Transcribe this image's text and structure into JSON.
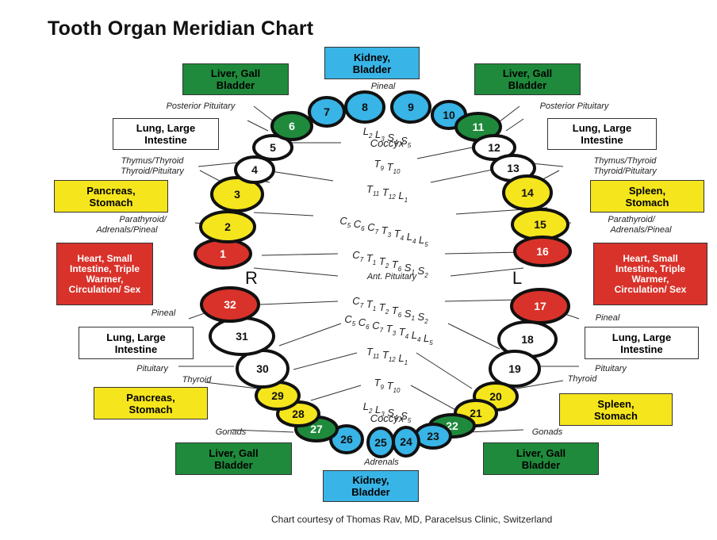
{
  "title": "Tooth Organ Meridian Chart",
  "credit": "Chart courtesy of Thomas Rav, MD, Paracelsus Clinic, Switzerland",
  "side_labels": {
    "right": "R",
    "left": "L"
  },
  "colors": {
    "green": "#1f8a3c",
    "blue": "#38b4e6",
    "white": "#ffffff",
    "yellow": "#f5e51d",
    "red": "#d8322a"
  },
  "organ_boxes": {
    "kidney_top": "Kidney, Bladder",
    "liver_top_left": "Liver, Gall Bladder",
    "liver_top_right": "Liver, Gall Bladder",
    "lung_upper_left": "Lung, Large Intestine",
    "lung_upper_right": "Lung, Large Intestine",
    "pancreas_upper_left": "Pancreas, Stomach",
    "spleen_upper_right": "Spleen, Stomach",
    "heart_left": "Heart, Small Intestine, Triple Warmer, Circulation/ Sex",
    "heart_right": "Heart, Small Intestine, Triple Warmer, Circulation/ Sex",
    "lung_lower_left": "Lung, Large Intestine",
    "lung_lower_right": "Lung, Large Intestine",
    "pancreas_lower_left": "Pancreas, Stomach",
    "spleen_lower_right": "Spleen, Stomach",
    "liver_bottom_left": "Liver, Gall Bladder",
    "liver_bottom_right": "Liver, Gall Bladder",
    "kidney_bottom": "Kidney, Bladder"
  },
  "gland_labels": {
    "pineal_top": "Pineal",
    "posterior_pituitary_left": "Posterior Pituitary",
    "posterior_pituitary_right": "Posterior Pituitary",
    "thymus_left": "Thymus/Thyroid",
    "thyroid_pit_left": "Thyroid/Pituitary",
    "thymus_right": "Thymus/Thyroid",
    "thyroid_pit_right": "Thyroid/Pituitary",
    "parathyroid_left": "Parathyroid/",
    "adrenals_pineal_left": "Adrenals/Pineal",
    "parathyroid_right": "Parathyroid/",
    "adrenals_pineal_right": "Adrenals/Pineal",
    "ant_pituitary": "Ant. Pituitary",
    "pineal_lower_left": "Pineal",
    "pineal_lower_right": "Pineal",
    "pituitary_left": "Pituitary",
    "pituitary_right": "Pituitary",
    "thyroid_left": "Thyroid",
    "thyroid_right": "Thyroid",
    "gonads_left": "Gonads",
    "gonads_right": "Gonads",
    "adrenals_bottom": "Adrenals"
  },
  "spine_labels": [
    {
      "id": "upper-coccyx",
      "segments": [
        "L2",
        "L3",
        "S4",
        "S5"
      ],
      "extra": "Coccyx"
    },
    {
      "id": "upper-t9",
      "segments": [
        "T9",
        "T10"
      ]
    },
    {
      "id": "upper-t11",
      "segments": [
        "T11",
        "T12",
        "L1"
      ]
    },
    {
      "id": "upper-c5",
      "segments": [
        "C5",
        "C6",
        "C7",
        "T3",
        "T4",
        "L4",
        "L5"
      ]
    },
    {
      "id": "upper-c7",
      "segments": [
        "C7",
        "T1",
        "T2",
        "T6",
        "S1",
        "S2"
      ]
    },
    {
      "id": "lower-c7",
      "segments": [
        "C7",
        "T1",
        "T2",
        "T6",
        "S1",
        "S2"
      ]
    },
    {
      "id": "lower-c5",
      "segments": [
        "C5",
        "C6",
        "C7",
        "T3",
        "T4",
        "L4",
        "L5"
      ]
    },
    {
      "id": "lower-t11",
      "segments": [
        "T11",
        "T12",
        "L1"
      ]
    },
    {
      "id": "lower-t9",
      "segments": [
        "T9",
        "T10"
      ]
    },
    {
      "id": "lower-coccyx",
      "segments": [
        "L2",
        "L3",
        "S4",
        "S5"
      ],
      "extra": "Coccyx"
    }
  ],
  "teeth": [
    {
      "n": "1",
      "color": "red"
    },
    {
      "n": "2",
      "color": "yellow"
    },
    {
      "n": "3",
      "color": "yellow"
    },
    {
      "n": "4",
      "color": "white"
    },
    {
      "n": "5",
      "color": "white"
    },
    {
      "n": "6",
      "color": "green"
    },
    {
      "n": "7",
      "color": "blue"
    },
    {
      "n": "8",
      "color": "blue"
    },
    {
      "n": "9",
      "color": "blue"
    },
    {
      "n": "10",
      "color": "blue"
    },
    {
      "n": "11",
      "color": "green"
    },
    {
      "n": "12",
      "color": "white"
    },
    {
      "n": "13",
      "color": "white"
    },
    {
      "n": "14",
      "color": "yellow"
    },
    {
      "n": "15",
      "color": "yellow"
    },
    {
      "n": "16",
      "color": "red"
    },
    {
      "n": "17",
      "color": "red"
    },
    {
      "n": "18",
      "color": "white"
    },
    {
      "n": "19",
      "color": "white"
    },
    {
      "n": "20",
      "color": "yellow"
    },
    {
      "n": "21",
      "color": "yellow"
    },
    {
      "n": "22",
      "color": "green"
    },
    {
      "n": "23",
      "color": "blue"
    },
    {
      "n": "24",
      "color": "blue"
    },
    {
      "n": "25",
      "color": "blue"
    },
    {
      "n": "26",
      "color": "blue"
    },
    {
      "n": "27",
      "color": "green"
    },
    {
      "n": "28",
      "color": "yellow"
    },
    {
      "n": "29",
      "color": "yellow"
    },
    {
      "n": "30",
      "color": "white"
    },
    {
      "n": "31",
      "color": "white"
    },
    {
      "n": "32",
      "color": "red"
    }
  ]
}
